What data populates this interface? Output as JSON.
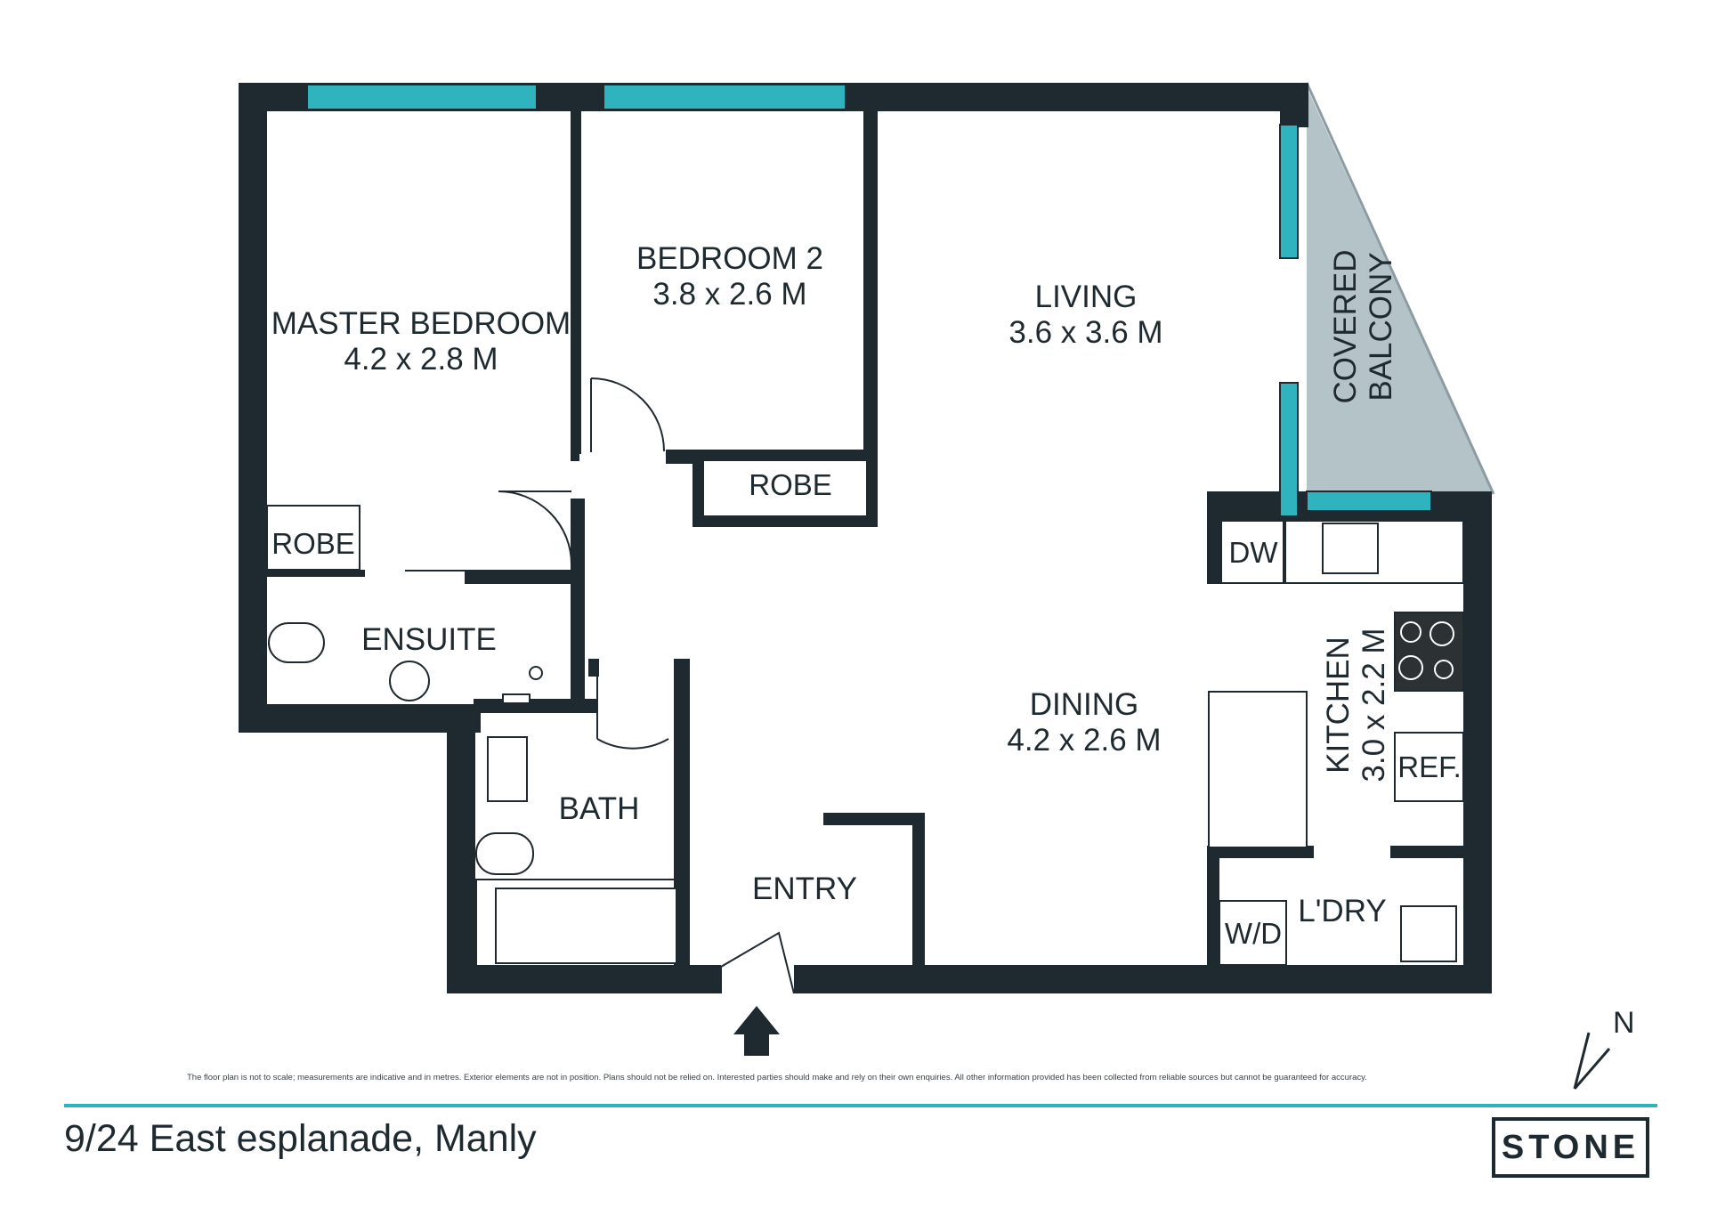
{
  "rooms": {
    "master_bedroom": {
      "name": "MASTER BEDROOM",
      "dims": "4.2 x 2.8 M"
    },
    "bedroom_2": {
      "name": "BEDROOM 2",
      "dims": "3.8 x 2.6 M"
    },
    "living": {
      "name": "LIVING",
      "dims": "3.6 x 3.6 M"
    },
    "covered_balcony": {
      "line1": "COVERED",
      "line2": "BALCONY"
    },
    "dining": {
      "name": "DINING",
      "dims": "4.2 x 2.6 M"
    },
    "kitchen": {
      "name": "KITCHEN",
      "dims": "3.0 x 2.2 M"
    },
    "ensuite": {
      "name": "ENSUITE"
    },
    "bath": {
      "name": "BATH"
    },
    "entry": {
      "name": "ENTRY"
    },
    "laundry": {
      "name": "L'DRY"
    }
  },
  "fixtures": {
    "robe_master": "ROBE",
    "robe_bed2": "ROBE",
    "dishwasher": "DW",
    "refrigerator": "REF.",
    "washer_dryer": "W/D"
  },
  "compass": {
    "north_label": "N"
  },
  "footer": {
    "disclaimer": "The floor plan is not to scale; measurements are indicative and in metres. Exterior elements are not in position. Plans should not be relied on. Interested parties should make and rely on their own enquiries. All other information provided has been collected from reliable sources but cannot be guaranteed for accuracy.",
    "address": "9/24 East esplanade, Manly",
    "brand": "STONE"
  },
  "colors": {
    "wall": "#1f2a30",
    "window": "#2fb3bf",
    "balcony": "#b4c3c8",
    "rule": "#2fb3bf"
  }
}
